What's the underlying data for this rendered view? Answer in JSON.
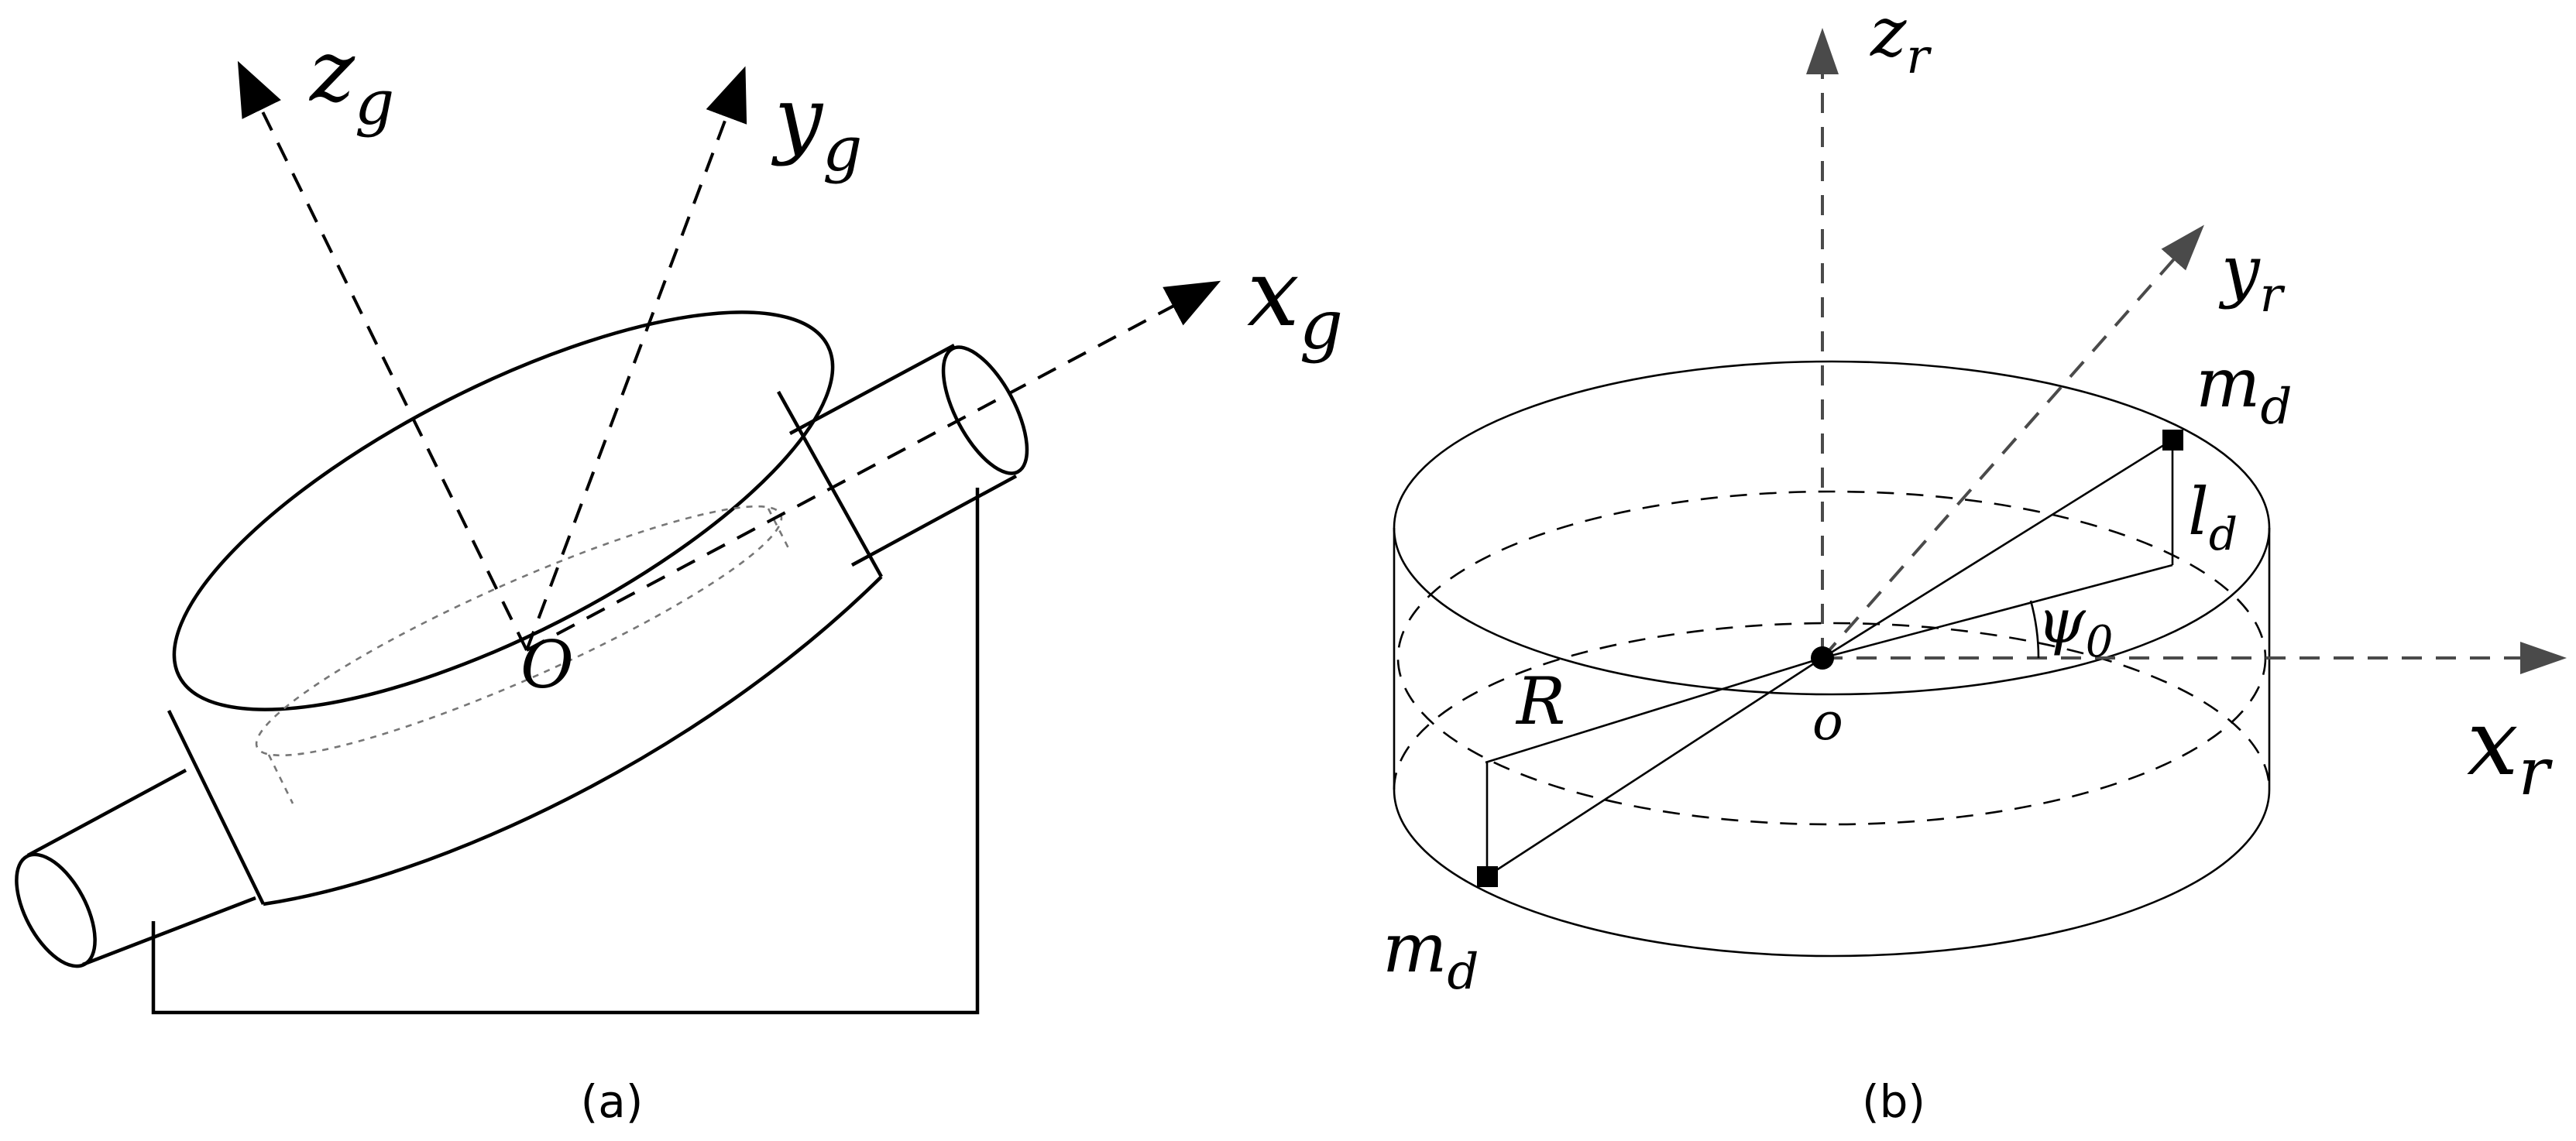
{
  "panel_a": {
    "caption": "(a)",
    "axes": {
      "z": {
        "base": "z",
        "sub": "g"
      },
      "y": {
        "base": "y",
        "sub": "g"
      },
      "x": {
        "base": "x",
        "sub": "g"
      }
    },
    "origin_label": "O"
  },
  "panel_b": {
    "caption": "(b)",
    "axes": {
      "z": {
        "base": "z",
        "sub": "r"
      },
      "y": {
        "base": "y",
        "sub": "r"
      },
      "x": {
        "base": "x",
        "sub": "r"
      }
    },
    "origin_label": "o",
    "radius_label": "R",
    "mass_top": {
      "base": "m",
      "sub": "d"
    },
    "mass_bottom": {
      "base": "m",
      "sub": "d"
    },
    "height_label": {
      "base": "l",
      "sub": "d"
    },
    "angle_label": {
      "base": "ψ",
      "sub": "0"
    }
  }
}
